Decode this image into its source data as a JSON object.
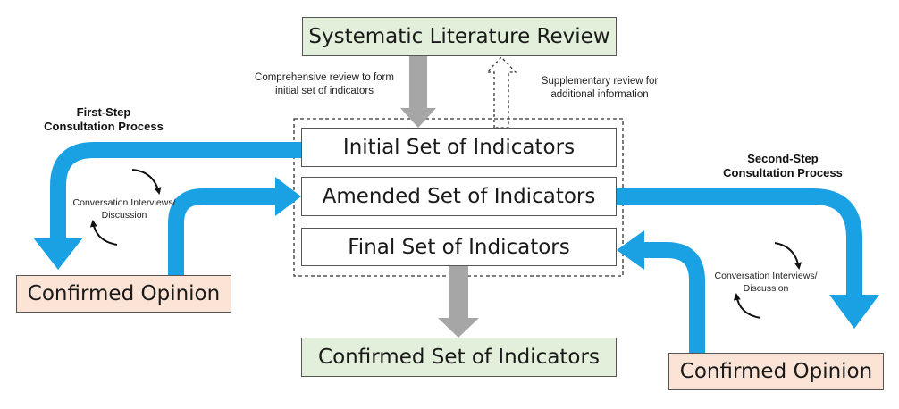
{
  "nodes": {
    "slr": "Systematic Literature Review",
    "initial": "Initial Set of Indicators",
    "amended": "Amended Set of Indicators",
    "final": "Final Set of Indicators",
    "confirmed_set": "Confirmed Set of Indicators",
    "opinion_left": "Confirmed Opinion",
    "opinion_right": "Confirmed Opinion"
  },
  "labels": {
    "comprehensive_line1": "Comprehensive review to form",
    "comprehensive_line2": "initial set of indicators",
    "supplementary_line1": "Supplementary review for",
    "supplementary_line2": "additional information",
    "first_step_line1": "First-Step",
    "first_step_line2": "Consultation Process",
    "second_step_line1": "Second-Step",
    "second_step_line2": "Consultation Process",
    "conv_left_line1": "Conversation Interviews/",
    "conv_left_line2": "Discussion",
    "conv_right_line1": "Conversation Interviews/",
    "conv_right_line2": "Discussion"
  },
  "colors": {
    "flow_arrow": "#1aa1e3",
    "review_arrow": "#a6a6a6",
    "green_fill": "#e2efda",
    "peach_fill": "#fbe3d6"
  }
}
